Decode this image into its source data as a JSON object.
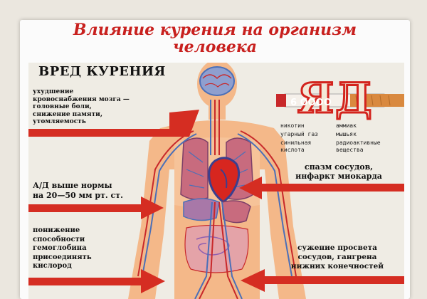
{
  "slide": {
    "title_line1": "Влияние  курения на  организм",
    "title_line2": "человека"
  },
  "poster": {
    "header": "ВРЕД КУРЕНИЯ",
    "captions": {
      "brain": [
        "ухудшение",
        "кровоснабжения мозга —",
        "головные боли,",
        "снижение памяти,",
        "утомляемость"
      ],
      "pressure": [
        "А/Д выше нормы",
        "на 20—50 мм рт. ст."
      ],
      "blood": [
        "понижение",
        "способности",
        "гемоглобина",
        "присоединять",
        "кислород"
      ],
      "heart": [
        "спазм сосудов,",
        "инфаркт миокарда"
      ],
      "legs": [
        "сужение просвета",
        "сосудов, гангрена",
        "нижних конечностей"
      ]
    },
    "poison": {
      "big_label": "ЯД",
      "number_label": "6 ОООО",
      "substances": [
        "никотин",
        "аммиак",
        "угарный газ",
        "мышьяк",
        "синильная",
        "радиоактивные",
        "кислота",
        "вещества"
      ]
    }
  },
  "colors": {
    "title_red": "#c8201e",
    "arrow_red": "#d52d22",
    "body_orange": "#f4b889",
    "vessel_red": "#c8282a",
    "vessel_blue": "#4b6fb8"
  }
}
